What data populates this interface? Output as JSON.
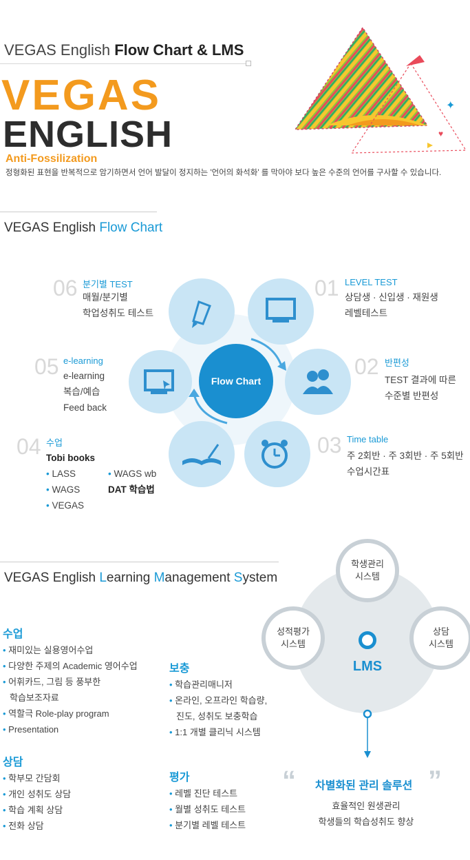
{
  "header": {
    "title_light": "VEGAS English",
    "title_bold": "Flow Chart & LMS"
  },
  "logo": {
    "line1": "VEGAS",
    "line2": "ENGLISH",
    "subtitle": "Anti-Fossilization"
  },
  "description": "정형화된 표현을 반복적으로 암기하면서 언어 발달이 정지하는 '언어의 화석화' 를 막아야 보다 높은 수준의 언어를 구사할 수 있습니다.",
  "flow": {
    "section_title_dark": "VEGAS English",
    "section_title_blue": "Flow Chart",
    "center_label": "Flow Chart",
    "steps": [
      {
        "num": "01",
        "title": "LEVEL TEST",
        "lines": [
          "상담생 · 신입생 · 재원생",
          "레벨테스트"
        ]
      },
      {
        "num": "02",
        "title": "반편성",
        "lines": [
          "TEST 결과에 따른",
          "수준별 반편성"
        ]
      },
      {
        "num": "03",
        "title": "Time table",
        "lines": [
          "주 2회반 · 주 3회반 · 주 5회반",
          "수업시간표"
        ]
      },
      {
        "num": "04",
        "title": "수업",
        "bold_line": "Tobi books",
        "left_items": [
          "LASS",
          "WAGS",
          "VEGAS"
        ],
        "right_items": [
          "WAGS wb"
        ],
        "right_bold": "DAT 학습법"
      },
      {
        "num": "05",
        "title": "e-learning",
        "lines": [
          "e-learning",
          "복습/예습",
          "Feed back"
        ]
      },
      {
        "num": "06",
        "title": "분기별 TEST",
        "lines": [
          "매월/분기별",
          "학업성취도 테스트"
        ]
      }
    ]
  },
  "lms": {
    "title_parts": [
      "VEGAS English ",
      "L",
      "earning ",
      "M",
      "anagement ",
      "S",
      "ystem"
    ],
    "groups": {
      "class": {
        "heading": "수업",
        "items": [
          "재미있는 실용영어수업",
          "다양한 주제의 Academic 영어수업",
          "어휘카드, 그림 등 풍부한",
          "학습보조자료",
          "역할극 Role-play program",
          "Presentation"
        ]
      },
      "counsel": {
        "heading": "상담",
        "items": [
          "학부모 간담회",
          "개인 성취도 상담",
          "학습 계획 상담",
          "전화 상담"
        ]
      },
      "supplement": {
        "heading": "보충",
        "items": [
          "학습관리매니저",
          "온라인, 오프라인 학습량,",
          "진도, 성취도 보충학습",
          "1:1 개별 클리닉 시스템"
        ]
      },
      "evaluation": {
        "heading": "평가",
        "items": [
          "레벨 진단 테스트",
          "월별 성취도 테스트",
          "분기별 레벨 테스트"
        ]
      }
    },
    "diagram": {
      "center": "LMS",
      "nodes": {
        "top": [
          "학생관리",
          "시스템"
        ],
        "left": [
          "성적평가",
          "시스템"
        ],
        "right": [
          "상담",
          "시스템"
        ]
      },
      "solution_title": "차별화된 관리 솔루션",
      "solution_lines": [
        "효율적인 원생관리",
        "학생들의 학습성취도 향상"
      ]
    }
  },
  "colors": {
    "accent_blue": "#1a9ad6",
    "logo_orange": "#f39a1e",
    "logo_dark": "#2d2d2d",
    "circle_light": "#c9e5f5",
    "lms_gray": "#e4e9ec"
  }
}
